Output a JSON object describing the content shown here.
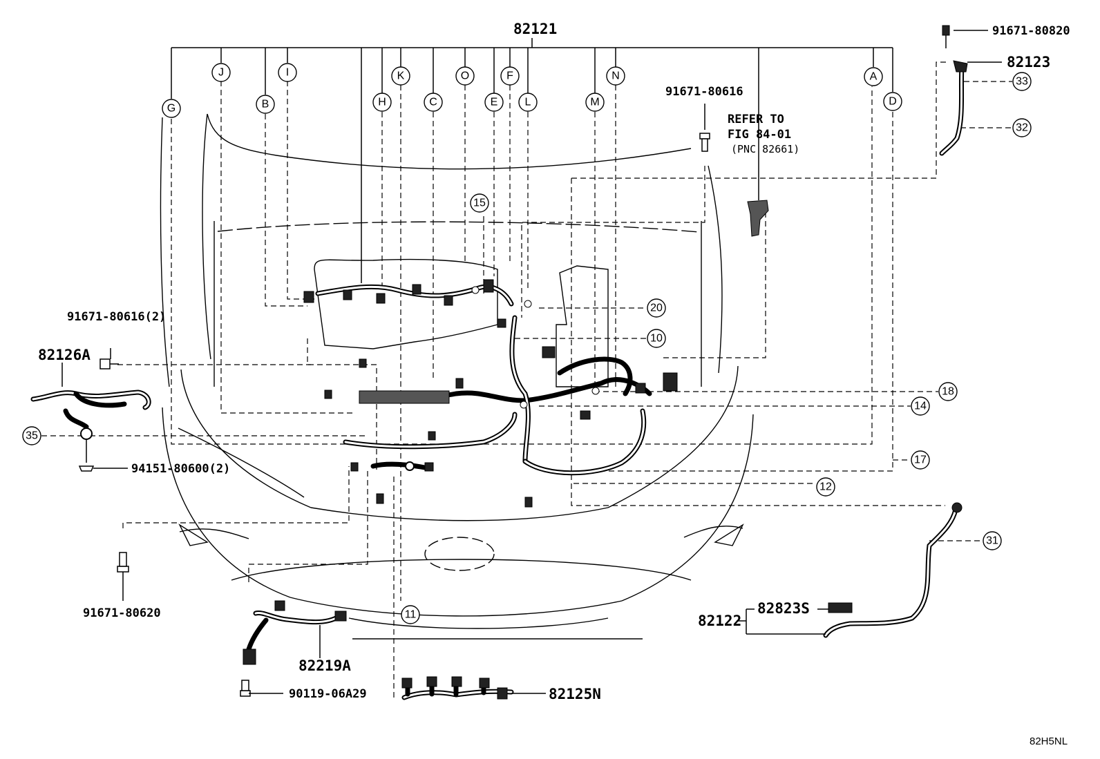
{
  "diagram": {
    "code": "82H5NL",
    "main_part": "82121",
    "refer_note": {
      "line1": "REFER TO",
      "line2": "FIG 84-01",
      "line3": "(PNC 82661)"
    },
    "letter_callouts": [
      "G",
      "J",
      "B",
      "I",
      "H",
      "K",
      "C",
      "O",
      "E",
      "F",
      "L",
      "M",
      "N",
      "A",
      "D"
    ],
    "number_callouts": [
      "15",
      "20",
      "10",
      "18",
      "14",
      "17",
      "12",
      "11",
      "31",
      "32",
      "33",
      "35"
    ],
    "part_numbers": {
      "bolt_top_right": "91671-80820",
      "clamp_82123": "82123",
      "bolt_center": "91671-80616",
      "bolt_left_2": "91671-80616(2)",
      "harness_82126a": "82126A",
      "clip_94151": "94151-80600(2)",
      "bolt_80620": "91671-80620",
      "harness_82219a": "82219A",
      "bolt_90119": "90119-06A29",
      "harness_82125n": "82125N",
      "harness_82122": "82122",
      "part_82823s": "82823S"
    }
  }
}
